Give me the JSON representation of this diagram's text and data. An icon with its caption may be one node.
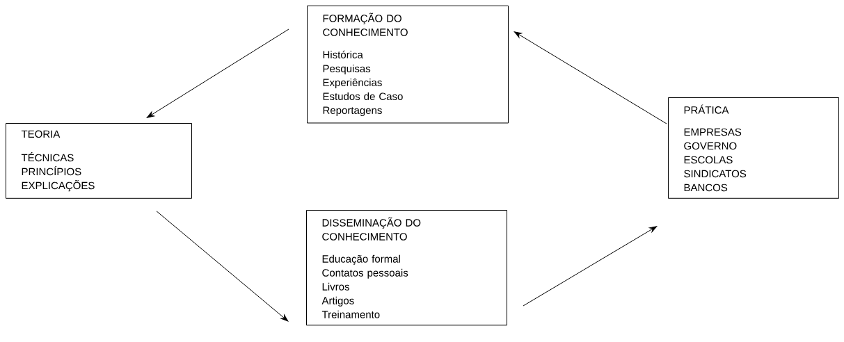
{
  "diagram": {
    "nodes": [
      {
        "text": [
          "FORMAÇÃO DO CONHECIMENTO",
          "Histórica",
          "Pesquisas",
          "Experiências",
          "Estudos de Caso",
          "Reportagens"
        ]
      },
      {
        "text": [
          "TEORIA",
          "TÉCNICAS",
          "PRINCÍPIOS",
          "EXPLICAÇÕES"
        ]
      },
      {
        "text": [
          "DISSEMINAÇÃO DO CONHECIMENTO",
          "Educação formal",
          "Contatos pessoais",
          "Livros",
          "Artigos",
          "Treinamento"
        ]
      },
      {
        "text": [
          "PRÁTICA",
          "EMPRESAS",
          "GOVERNO",
          "ESCOLAS",
          "SINDICATOS",
          "BANCOS"
        ]
      }
    ],
    "edges": [
      {
        "from": 0,
        "to": 1,
        "arrow": "to"
      },
      {
        "from": 1,
        "to": 2,
        "arrow": "to"
      },
      {
        "from": 2,
        "to": 3,
        "arrow": "to"
      },
      {
        "from": 3,
        "to": 0,
        "arrow": "to"
      }
    ]
  }
}
